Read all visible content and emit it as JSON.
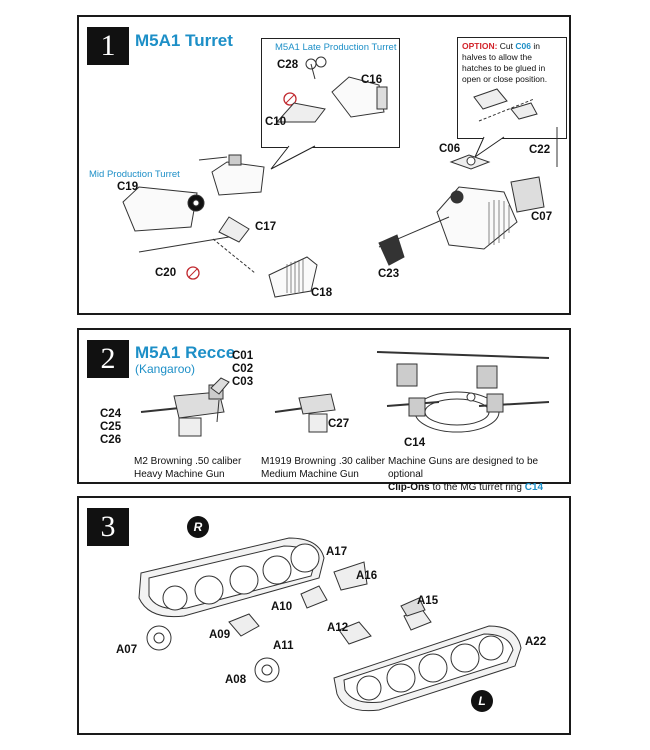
{
  "step1": {
    "number": "1",
    "title": "M5A1 Turret",
    "late_title": "M5A1 Late Production Turret",
    "mid_title": "Mid Production Turret",
    "option": {
      "prefix": "OPTION:",
      "text_a": " Cut ",
      "part": "C06",
      "text_b": " in halves to allow the hatches to be glued in open or close position."
    },
    "labels": {
      "c28": "C28",
      "c16": "C16",
      "c10": "C10",
      "c19": "C19",
      "c17": "C17",
      "c20": "C20",
      "c18": "C18",
      "c06": "C06",
      "c22": "C22",
      "c07": "C07",
      "c23": "C23"
    }
  },
  "step2": {
    "number": "2",
    "title": "M5A1 Recce",
    "subtitle": "(Kangaroo)",
    "labels": {
      "c01": "C01",
      "c02": "C02",
      "c03": "C03",
      "c24": "C24",
      "c25": "C25",
      "c26": "C26",
      "c27": "C27",
      "c14": "C14"
    },
    "cap1_line1": "M2 Browning .50 caliber",
    "cap1_line2": "Heavy Machine Gun",
    "cap2_line1": "M1919 Browning .30 caliber",
    "cap2_line2": "Medium Machine Gun",
    "cap3_line1": "Machine Guns are designed to be optional",
    "cap3_bold": "Clip-Ons",
    "cap3_mid": " to the MG turret ring ",
    "cap3_part": "C14"
  },
  "step3": {
    "number": "3",
    "right_badge": "R",
    "left_badge": "L",
    "labels": {
      "a17": "A17",
      "a16": "A16",
      "a10": "A10",
      "a15": "A15",
      "a12": "A12",
      "a07": "A07",
      "a09": "A09",
      "a11": "A11",
      "a22": "A22",
      "a08": "A08"
    }
  }
}
